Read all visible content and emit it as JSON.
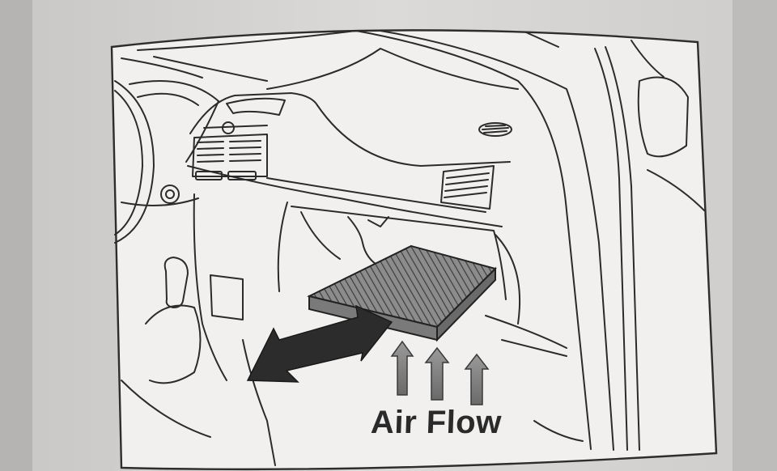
{
  "diagram": {
    "caption": "Air Flow",
    "icons": [
      "airflow-up-arrow",
      "airflow-out-arrow",
      "cabin-air-filter"
    ]
  }
}
